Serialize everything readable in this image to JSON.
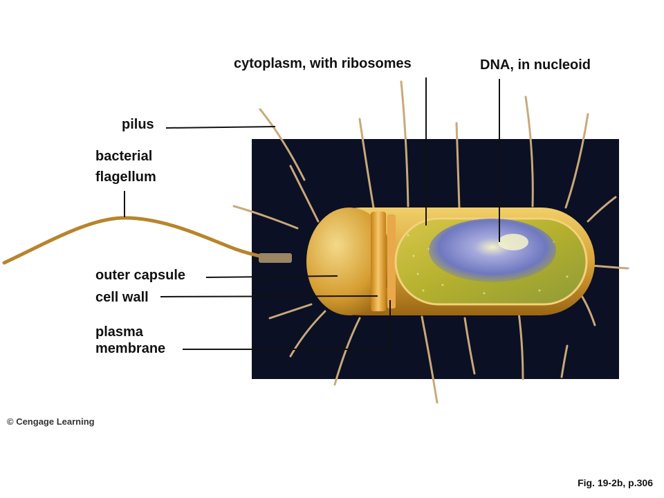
{
  "labels": {
    "cytoplasm": "cytoplasm, with ribosomes",
    "dna": "DNA, in nucleoid",
    "pilus": "pilus",
    "flagellum_1": "bacterial",
    "flagellum_2": "flagellum",
    "outer_capsule": "outer capsule",
    "cell_wall": "cell wall",
    "plasma_membrane_1": "plasma",
    "plasma_membrane_2": "membrane"
  },
  "credit": "© Cengage Learning",
  "figure_ref": "Fig. 19-2b, p.306",
  "colors": {
    "background_panel": "#0b1024",
    "capsule": "#d8a53a",
    "cytoplasm": "#c7b634",
    "nucleoid": "#7f86c8",
    "pili": "#c9a97a",
    "leader_lines": "#111111"
  }
}
